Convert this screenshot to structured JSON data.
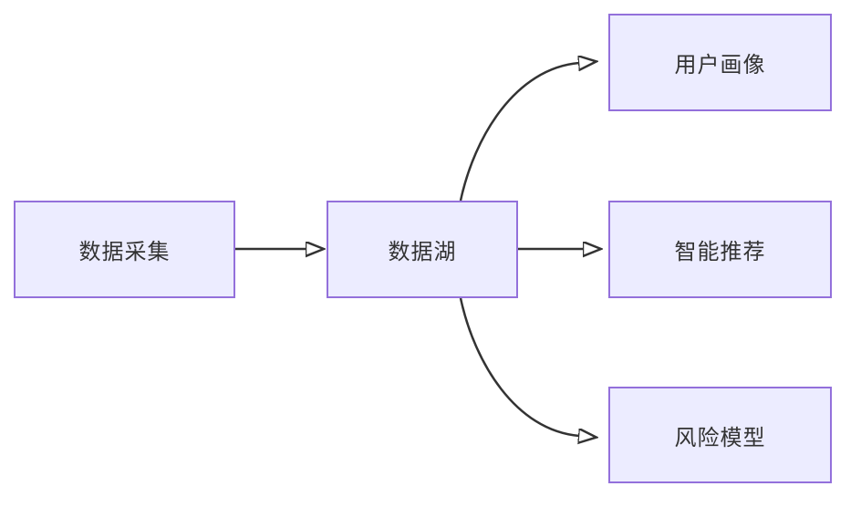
{
  "diagram": {
    "type": "flowchart",
    "direction": "left-to-right",
    "colors": {
      "background": "#ffffff",
      "node_fill": "#ECECFF",
      "node_border": "#9370DB",
      "edge_color": "#333333",
      "text_color": "#333333"
    },
    "nodes": [
      {
        "id": "data-collection",
        "label": "数据采集"
      },
      {
        "id": "data-lake",
        "label": "数据湖"
      },
      {
        "id": "user-profile",
        "label": "用户画像"
      },
      {
        "id": "smart-recommend",
        "label": "智能推荐"
      },
      {
        "id": "risk-model",
        "label": "风险模型"
      }
    ],
    "edges": [
      {
        "from": "数据采集",
        "to": "数据湖",
        "style": "straight-arrow"
      },
      {
        "from": "数据湖",
        "to": "用户画像",
        "style": "curved-arrow"
      },
      {
        "from": "数据湖",
        "to": "智能推荐",
        "style": "straight-arrow"
      },
      {
        "from": "数据湖",
        "to": "风险模型",
        "style": "curved-arrow"
      }
    ]
  }
}
